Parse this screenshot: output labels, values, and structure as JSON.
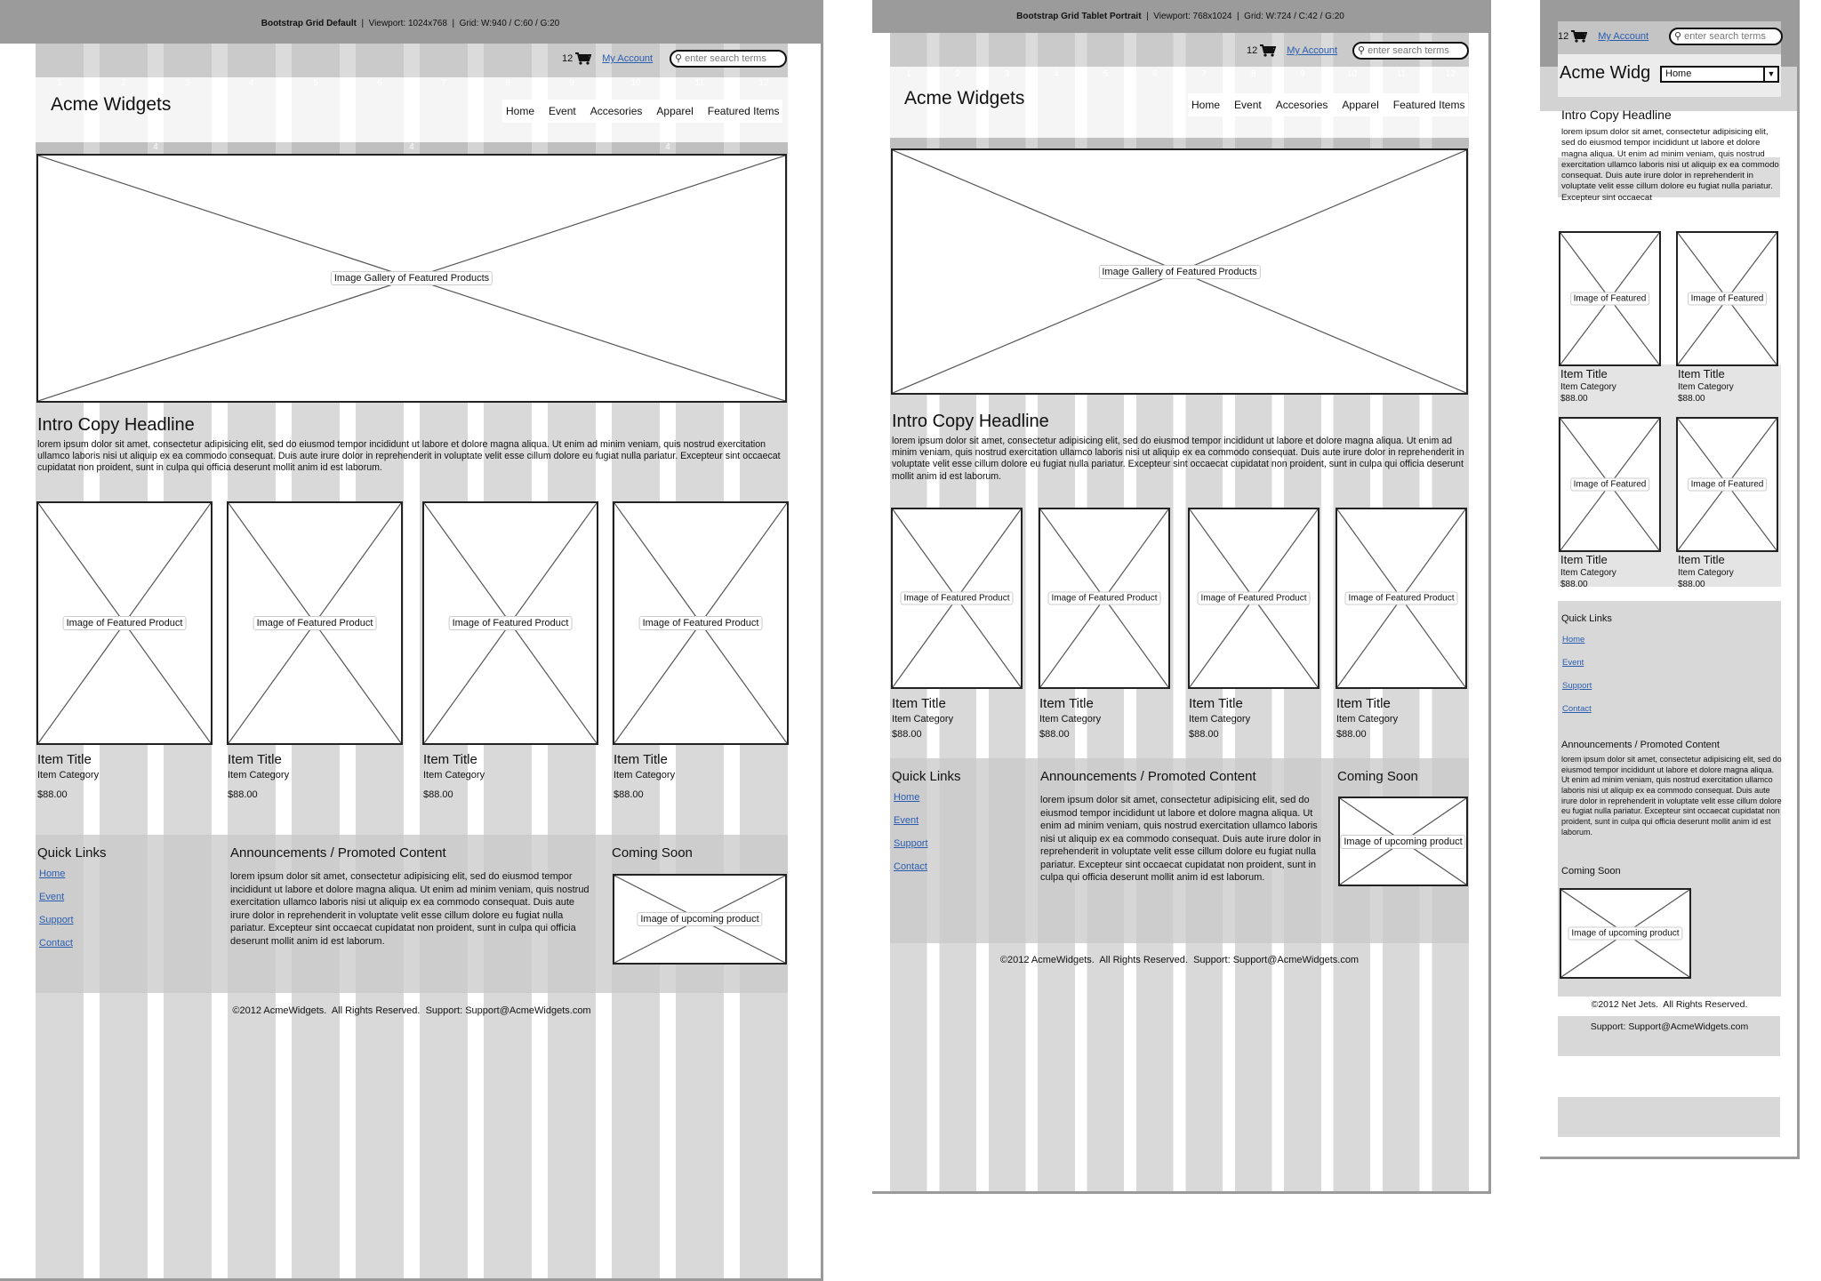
{
  "frames": [
    {
      "id": "desktop",
      "title_bold": "Bootstrap Grid Default",
      "title_rest": "  |  Viewport: 1024x768  |  Grid: W:940 / C:60 / G:20",
      "cart_count": "12",
      "account": "My Account",
      "search_placeholder": "enter search terms",
      "logo": "Acme Widgets",
      "grid_numbers": [
        "1",
        "2",
        "3",
        "4",
        "5",
        "6",
        "7",
        "8",
        "9",
        "10",
        "11",
        "12"
      ],
      "span_labels": [
        "4",
        "4",
        "4"
      ],
      "nav": [
        "Home",
        "Event",
        "Accesories",
        "Apparel",
        "Featured Items"
      ],
      "hero_label": "Image Gallery of Featured Products",
      "intro_headline": "Intro Copy Headline",
      "intro_body": "lorem ipsum dolor sit amet, consectetur adipisicing elit, sed do eiusmod tempor incididunt ut labore et dolore magna aliqua. Ut enim ad minim veniam, quis nostrud exercitation ullamco laboris nisi ut aliquip ex ea commodo consequat. Duis aute irure dolor in reprehenderit in voluptate velit esse cillum dolore eu fugiat nulla pariatur. Excepteur sint occaecat cupidatat non proident, sunt in culpa qui officia deserunt mollit anim id est laborum.",
      "products": [
        {
          "image_label": "Image of Featured Product",
          "title": "Item Title",
          "category": "Item Category",
          "price": "$88.00"
        },
        {
          "image_label": "Image of Featured Product",
          "title": "Item Title",
          "category": "Item Category",
          "price": "$88.00"
        },
        {
          "image_label": "Image of Featured Product",
          "title": "Item Title",
          "category": "Item Category",
          "price": "$88.00"
        },
        {
          "image_label": "Image of Featured Product",
          "title": "Item Title",
          "category": "Item Category",
          "price": "$88.00"
        }
      ],
      "quick_links_heading": "Quick Links",
      "quick_links": [
        "Home",
        "Event",
        "Support",
        "Contact"
      ],
      "announcements_heading": "Announcements / Promoted Content",
      "announcements_body": "lorem ipsum dolor sit amet, consectetur adipisicing elit, sed do eiusmod tempor incididunt ut labore et dolore magna aliqua. Ut enim ad minim veniam, quis nostrud exercitation ullamco laboris nisi ut aliquip ex ea commodo consequat. Duis aute irure dolor in reprehenderit in voluptate velit esse cillum dolore eu fugiat nulla pariatur. Excepteur sint occaecat cupidatat non proident, sunt in culpa qui officia deserunt mollit anim id est laborum.",
      "coming_soon_heading": "Coming Soon",
      "coming_soon_label": "Image of upcoming product",
      "copyright": "©2012 AcmeWidgets.  All Rights Reserved.  Support: Support@AcmeWidgets.com"
    },
    {
      "id": "tablet",
      "title_bold": "Bootstrap Grid Tablet Portrait",
      "title_rest": "  |  Viewport: 768x1024  |  Grid: W:724 / C:42 / G:20",
      "cart_count": "12",
      "account": "My Account",
      "search_placeholder": "enter search terms",
      "logo": "Acme Widgets",
      "grid_numbers": [
        "1",
        "2",
        "3",
        "4",
        "5",
        "6",
        "7",
        "8",
        "9",
        "10",
        "11",
        "12"
      ],
      "nav": [
        "Home",
        "Event",
        "Accesories",
        "Apparel",
        "Featured Items"
      ],
      "hero_label": "Image Gallery of Featured Products",
      "intro_headline": "Intro Copy Headline",
      "intro_body": "lorem ipsum dolor sit amet, consectetur adipisicing elit, sed do eiusmod tempor incididunt ut labore et dolore magna aliqua. Ut enim ad minim veniam, quis nostrud exercitation ullamco laboris nisi ut aliquip ex ea commodo consequat. Duis aute irure dolor in reprehenderit in voluptate velit esse cillum dolore eu fugiat nulla pariatur. Excepteur sint occaecat cupidatat non proident, sunt in culpa qui officia deserunt mollit anim id est laborum.",
      "products": [
        {
          "image_label": "Image of Featured Product",
          "title": "Item Title",
          "category": "Item Category",
          "price": "$88.00"
        },
        {
          "image_label": "Image of Featured Product",
          "title": "Item Title",
          "category": "Item Category",
          "price": "$88.00"
        },
        {
          "image_label": "Image of Featured Product",
          "title": "Item Title",
          "category": "Item Category",
          "price": "$88.00"
        },
        {
          "image_label": "Image of Featured Product",
          "title": "Item Title",
          "category": "Item Category",
          "price": "$88.00"
        }
      ],
      "quick_links_heading": "Quick Links",
      "quick_links": [
        "Home",
        "Event",
        "Support",
        "Contact"
      ],
      "announcements_heading": "Announcements / Promoted Content",
      "announcements_body": "lorem ipsum dolor sit amet, consectetur adipisicing elit, sed do eiusmod tempor incididunt ut labore et dolore magna aliqua. Ut enim ad minim veniam, quis nostrud exercitation ullamco laboris nisi ut aliquip ex ea commodo consequat. Duis aute irure dolor in reprehenderit in voluptate velit esse cillum dolore eu fugiat nulla pariatur. Excepteur sint occaecat cupidatat non proident, sunt in culpa qui officia deserunt mollit anim id est laborum.",
      "coming_soon_heading": "Coming Soon",
      "coming_soon_label": "Image of upcoming product",
      "copyright": "©2012 AcmeWidgets.  All Rights Reserved.  Support: Support@AcmeWidgets.com"
    },
    {
      "id": "mobile",
      "cart_count": "12",
      "account": "My Account",
      "search_placeholder": "enter search terms",
      "logo": "Acme Widg",
      "nav_select": "Home",
      "intro_headline": "Intro Copy Headline",
      "intro_body": "lorem ipsum dolor sit amet, consectetur adipisicing elit, sed do eiusmod tempor incididunt ut labore et dolore magna aliqua. Ut enim ad minim veniam, quis nostrud exercitation ullamco laboris nisi ut aliquip ex ea commodo consequat. Duis aute irure dolor in reprehenderit in voluptate velit esse cillum dolore eu fugiat nulla pariatur. Excepteur sint occaecat",
      "products": [
        {
          "image_label": "Image of Featured",
          "title": "Item Title",
          "category": "Item Category",
          "price": "$88.00"
        },
        {
          "image_label": "Image of Featured",
          "title": "Item Title",
          "category": "Item Category",
          "price": "$88.00"
        },
        {
          "image_label": "Image of Featured",
          "title": "Item Title",
          "category": "Item Category",
          "price": "$88.00"
        },
        {
          "image_label": "Image of Featured",
          "title": "Item Title",
          "category": "Item Category",
          "price": "$88.00"
        }
      ],
      "quick_links_heading": "Quick Links",
      "quick_links": [
        "Home",
        "Event",
        "Support",
        "Contact"
      ],
      "announcements_heading": "Announcements / Promoted Content",
      "announcements_body": "lorem ipsum dolor sit amet, consectetur adipisicing elit, sed do eiusmod tempor incididunt ut labore et dolore magna aliqua. Ut enim ad minim veniam, quis nostrud exercitation ullamco laboris nisi ut aliquip ex ea commodo consequat. Duis aute irure dolor in reprehenderit in voluptate velit esse cillum dolore eu fugiat nulla pariatur. Excepteur sint occaecat cupidatat non proident, sunt in culpa qui officia deserunt mollit anim id est laborum.",
      "coming_soon_heading": "Coming Soon",
      "coming_soon_label": "Image of upcoming product",
      "copyright": "©2012 Net Jets.  All Rights Reserved.",
      "support": "Support: Support@AcmeWidgets.com"
    }
  ]
}
